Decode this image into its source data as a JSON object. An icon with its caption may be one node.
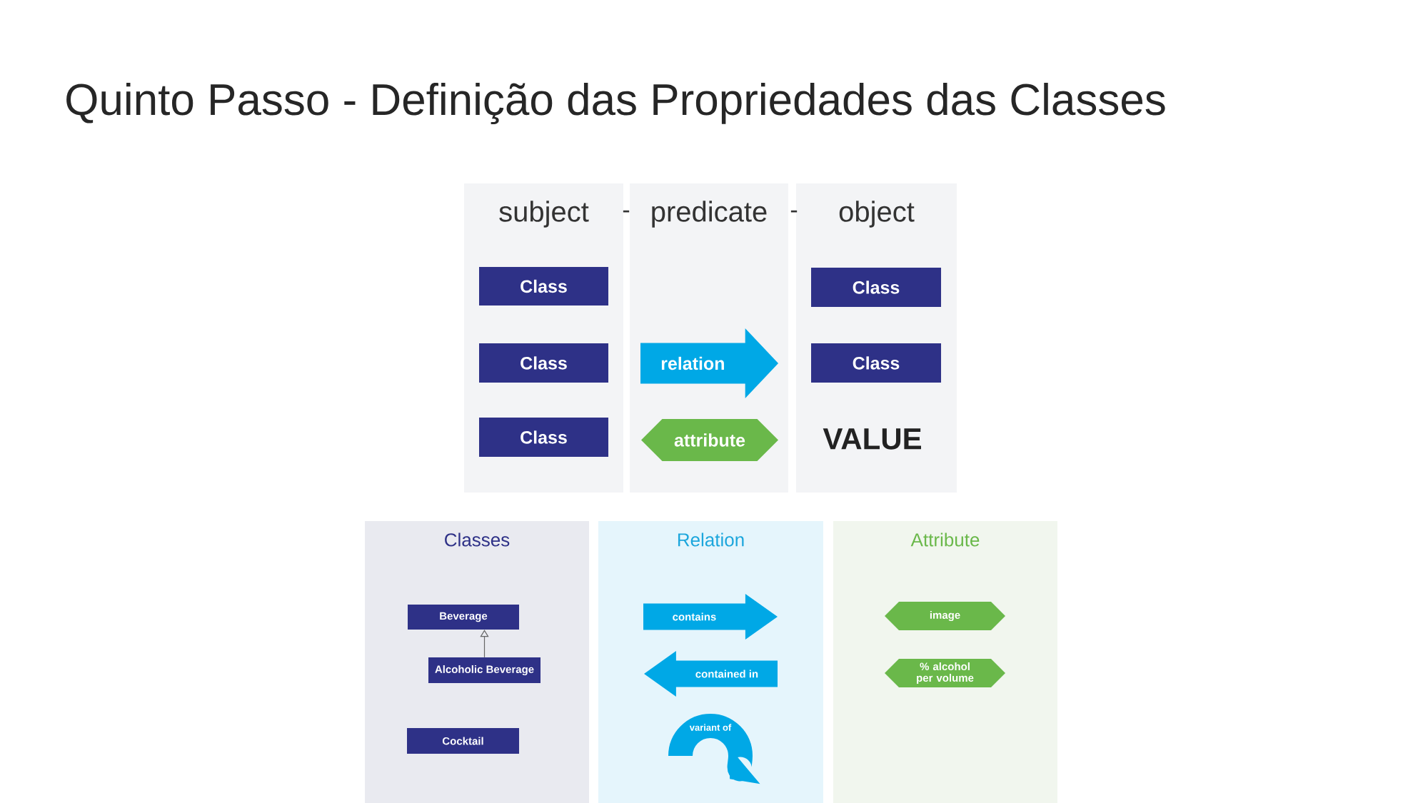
{
  "diagram": {
    "title": "Quinto Passo - Definição das Propriedades das Classes",
    "nodes": [
      {
        "text": [
          "subject"
        ]
      },
      {
        "text": [
          "predicate"
        ]
      },
      {
        "text": [
          "object"
        ]
      },
      {
        "text": [
          "Class"
        ],
        "in": 0
      },
      {
        "text": [
          "Class"
        ],
        "in": 0
      },
      {
        "text": [
          "Class"
        ],
        "in": 0
      },
      {
        "text": [
          "relation"
        ],
        "in": 1
      },
      {
        "text": [
          "attribute"
        ],
        "in": 1
      },
      {
        "text": [
          "Class"
        ],
        "in": 2
      },
      {
        "text": [
          "Class"
        ],
        "in": 2
      },
      {
        "text": [
          "Classes"
        ]
      },
      {
        "text": [
          "Relation"
        ]
      },
      {
        "text": [
          "Attribute"
        ]
      },
      {
        "text": [
          "Beverage"
        ],
        "in": 10
      },
      {
        "text": [
          "Alcoholic Beverage"
        ],
        "in": 10
      },
      {
        "text": [
          "Cocktail"
        ],
        "in": 10
      },
      {
        "text": [
          "contains"
        ],
        "in": 11
      },
      {
        "text": [
          "contained in"
        ],
        "in": 11
      },
      {
        "text": [
          "variant of"
        ],
        "in": 11
      },
      {
        "text": [
          "image"
        ],
        "in": 12
      },
      {
        "text": [
          "% alcohol per volume"
        ],
        "in": 12
      }
    ],
    "edges": [
      {
        "from": 14,
        "to": 13,
        "arrow": "to"
      }
    ],
    "labels": [
      "-",
      "-",
      "VALUE"
    ]
  }
}
